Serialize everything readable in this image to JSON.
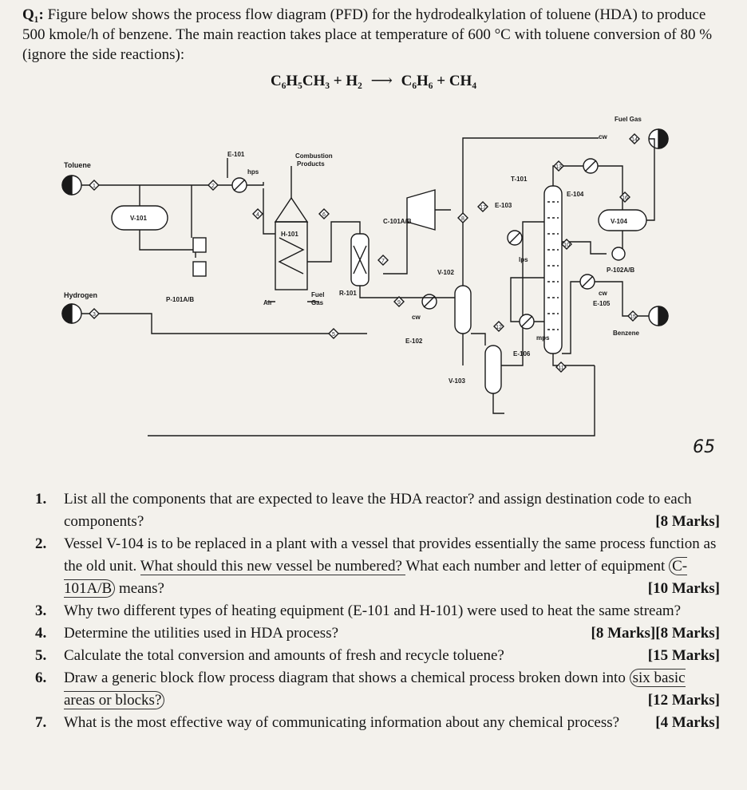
{
  "q_label": "Q₁:",
  "intro_text": "Figure below shows the process flow diagram (PFD) for the hydrodealkylation of toluene (HDA) to produce 500 kmole/h of benzene. The main reaction takes place at temperature of 600 °C with toluene conversion of 80 % (ignore the side reactions):",
  "equation": {
    "left": "C₆H₅CH₃ + H₂",
    "arrow": "⟶",
    "right": "C₆H₆ + CH₄"
  },
  "pfd": {
    "labels": {
      "toluene": "Toluene",
      "hydrogen": "Hydrogen",
      "v101": "V-101",
      "p101": "P-101A/B",
      "e101": "E-101",
      "hps": "hps",
      "combustion": "Combustion",
      "products": "Products",
      "h101": "H-101",
      "air": "Air",
      "fuel": "Fuel",
      "gas": "Gas",
      "r101": "R-101",
      "c101": "C-101A/B",
      "v102": "V-102",
      "cw": "cw",
      "e102": "E-102",
      "v103": "V-103",
      "t101": "T-101",
      "e103": "E-103",
      "lps": "lps",
      "e106": "E-106",
      "mps": "mps",
      "fuelgas": "Fuel Gas",
      "e104": "E-104",
      "v104": "V-104",
      "p102": "P-102A/B",
      "e105": "E-105",
      "benzene": "Benzene",
      "streams": [
        "1",
        "2",
        "3",
        "4",
        "5",
        "6",
        "7",
        "8",
        "9",
        "10",
        "11",
        "12",
        "13",
        "14",
        "15",
        "16",
        "17"
      ]
    }
  },
  "page_number": "65",
  "questions": [
    {
      "num": "1.",
      "text": "List all the components that are expected to leave the HDA reactor? and assign destination code to each components?",
      "marks": "[8 Marks]"
    },
    {
      "num": "2.",
      "pre": "Vessel V-104 is to be replaced in a plant with a vessel that provides essentially the same process function as the old unit. ",
      "underlined": "What should this new vessel be numbered? ",
      "mid": "What each number and letter of equipment ",
      "circled": "C-101A/B",
      "post": " means?",
      "marks": "[10 Marks]"
    },
    {
      "num": "3.",
      "text": "Why two different types of heating equipment (E-101 and H-101) were used to heat the same stream?",
      "marks": "[8 Marks]"
    },
    {
      "num": "4.",
      "text": "Determine the utilities used in HDA process?",
      "marks": "[8 Marks]"
    },
    {
      "num": "5.",
      "text": "Calculate the total conversion and amounts of fresh and recycle toluene?",
      "marks": "[15 Marks]"
    },
    {
      "num": "6.",
      "pre": "Draw a generic block flow process diagram that shows a chemical process broken down into ",
      "circled": "six basic areas or blocks?",
      "marks": "[12 Marks]"
    },
    {
      "num": "7.",
      "text": "What is the most effective way of communicating information about any chemical process?",
      "marks": "[4 Marks]"
    }
  ]
}
